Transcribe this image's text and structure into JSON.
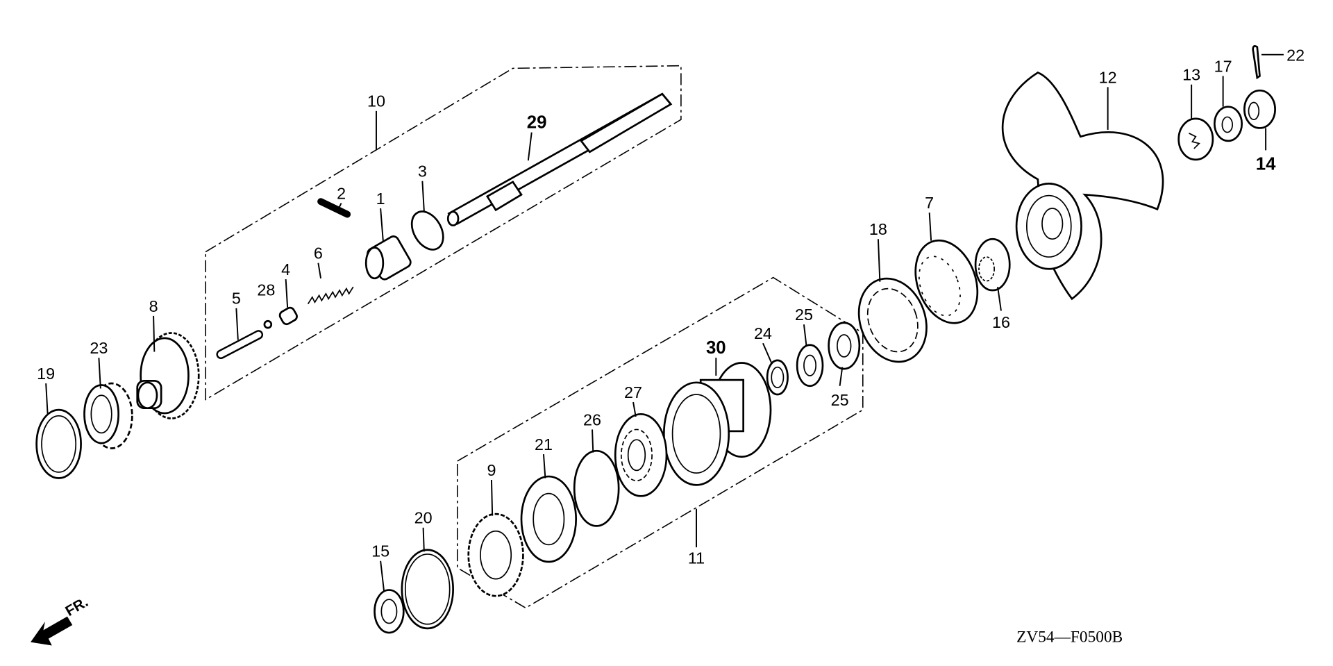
{
  "diagram": {
    "code": "ZV54—F0500B",
    "direction_label": "FR.",
    "callouts": {
      "p1": "1",
      "p2": "2",
      "p3": "3",
      "p4": "4",
      "p5": "5",
      "p6": "6",
      "p7": "7",
      "p8": "8",
      "p9": "9",
      "p10": "10",
      "p11": "11",
      "p12": "12",
      "p13": "13",
      "p14": "14",
      "p15": "15",
      "p16": "16",
      "p17": "17",
      "p18": "18",
      "p19": "19",
      "p20": "20",
      "p21": "21",
      "p22": "22",
      "p23": "23",
      "p24": "24",
      "p25a": "25",
      "p25b": "25",
      "p26": "26",
      "p27": "27",
      "p28": "28",
      "p29": "29",
      "p30": "30"
    }
  }
}
